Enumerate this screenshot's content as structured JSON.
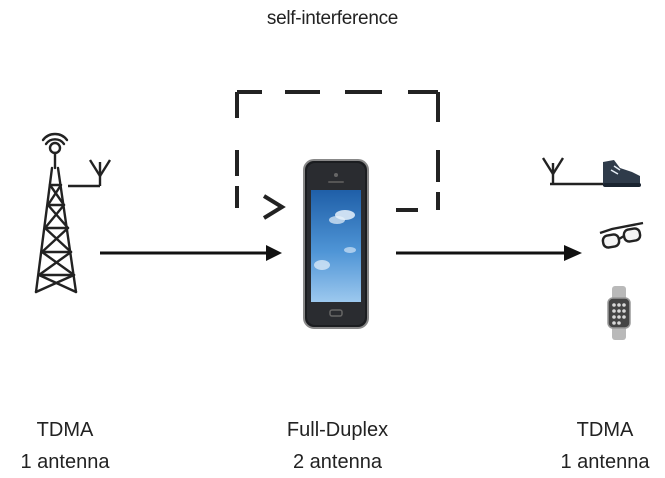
{
  "diagram": {
    "top_label": "self-interference",
    "left_node": {
      "line1": "TDMA",
      "line2": "1 antenna"
    },
    "middle_node": {
      "line1": "Full-Duplex",
      "line2": "2 antenna"
    },
    "right_node": {
      "line1": "TDMA",
      "line2": "1 antenna"
    },
    "icons": [
      "cell-tower-icon",
      "antenna-icon",
      "smartphone-icon",
      "shoe-icon",
      "glasses-icon",
      "smartwatch-icon"
    ]
  }
}
